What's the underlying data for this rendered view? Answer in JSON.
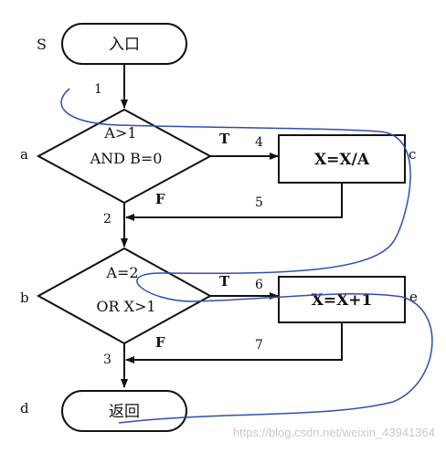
{
  "diagram": {
    "start_terminal": {
      "text": "入口"
    },
    "end_terminal": {
      "text": "返回"
    },
    "decision1": {
      "line1": "A>1",
      "line2": "AND B=0"
    },
    "decision2": {
      "line1": "A=2",
      "line2": "OR X>1"
    },
    "process1": {
      "text": "X=X/A"
    },
    "process2": {
      "text": "X=X+1"
    },
    "node_labels": {
      "s": "S",
      "a": "a",
      "b": "b",
      "c": "c",
      "d": "d",
      "e": "e"
    },
    "edge_labels": {
      "e1": "1",
      "e2": "2",
      "e3": "3",
      "e4": "4",
      "e5": "5",
      "e6": "6",
      "e7": "7",
      "t1": "T",
      "f1": "F",
      "t2": "T",
      "f2": "F"
    },
    "annotation_color": "#2f4fb0"
  },
  "watermark": {
    "text": "https://blog.csdn.net/weixin_43941364"
  }
}
